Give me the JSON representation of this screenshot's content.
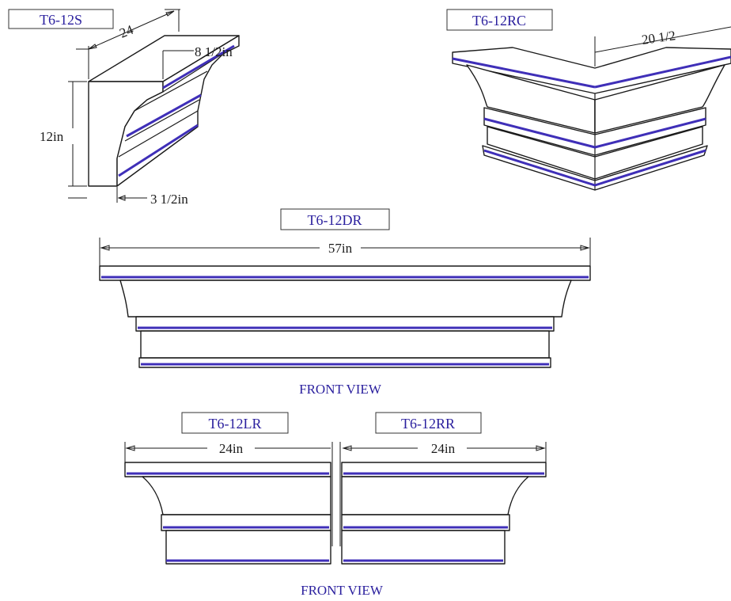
{
  "colors": {
    "accent": "#3f2fb8",
    "label_text": "#2a1f9e",
    "line": "#1a1a1a"
  },
  "labels": {
    "t6_12s": "T6-12S",
    "t6_12rc": "T6-12RC",
    "t6_12dr": "T6-12DR",
    "t6_12lr": "T6-12LR",
    "t6_12rr": "T6-12RR"
  },
  "dimensions": {
    "s_length": "24",
    "s_top_depth": "8 1/2in",
    "s_height": "12in",
    "s_bottom_depth": "3 1/2in",
    "rc_width": "20 1/2",
    "dr_width": "57in",
    "lr_width": "24in",
    "rr_width": "24in"
  },
  "captions": {
    "front_view_1": "FRONT VIEW",
    "front_view_2": "FRONT VIEW"
  }
}
